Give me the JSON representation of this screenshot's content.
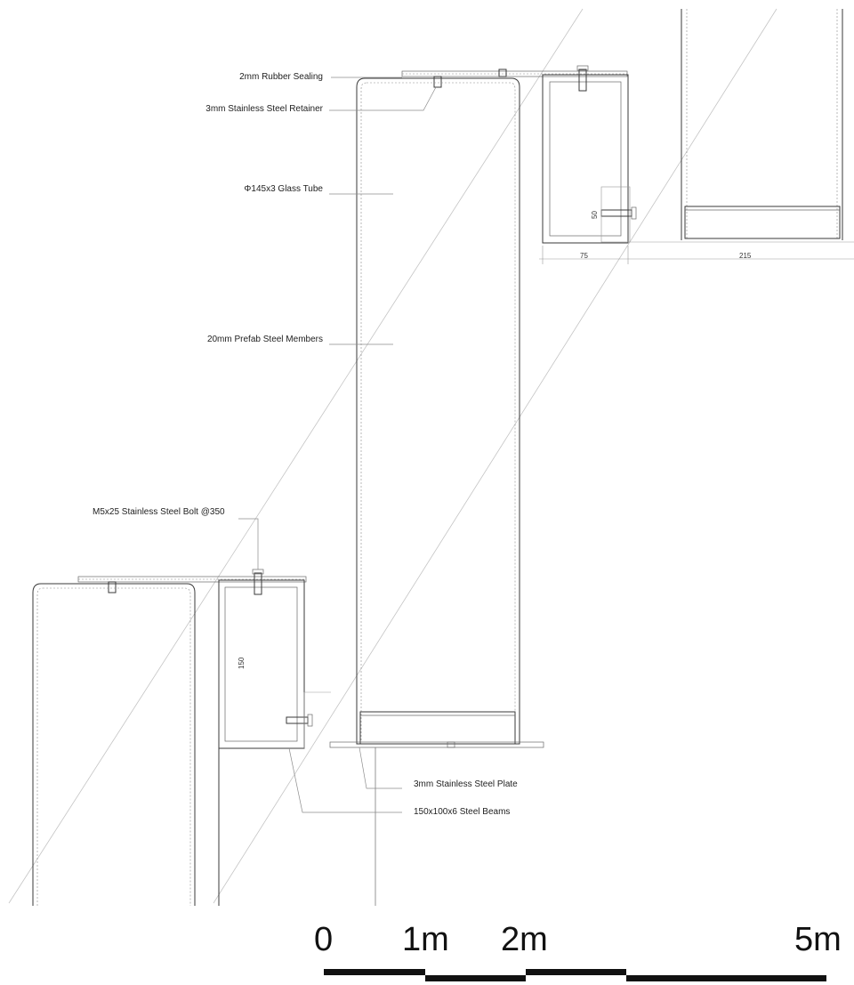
{
  "labels": {
    "rubber_sealing": "2mm Rubber Sealing",
    "retainer": "3mm Stainless Steel Retainer",
    "glass_tube": "Φ145x3 Glass Tube",
    "prefab_members": "20mm Prefab Steel Members",
    "bolt": "M5x25 Stainless Steel Bolt @350",
    "steel_plate": "3mm Stainless Steel Plate",
    "steel_beams": "150x100x6 Steel Beams"
  },
  "dimensions": {
    "d_50": "50",
    "d_75": "75",
    "d_215": "215",
    "d_150": "150"
  },
  "scale_bar": {
    "t0": "0",
    "t1": "1m",
    "t2": "2m",
    "t5": "5m"
  }
}
